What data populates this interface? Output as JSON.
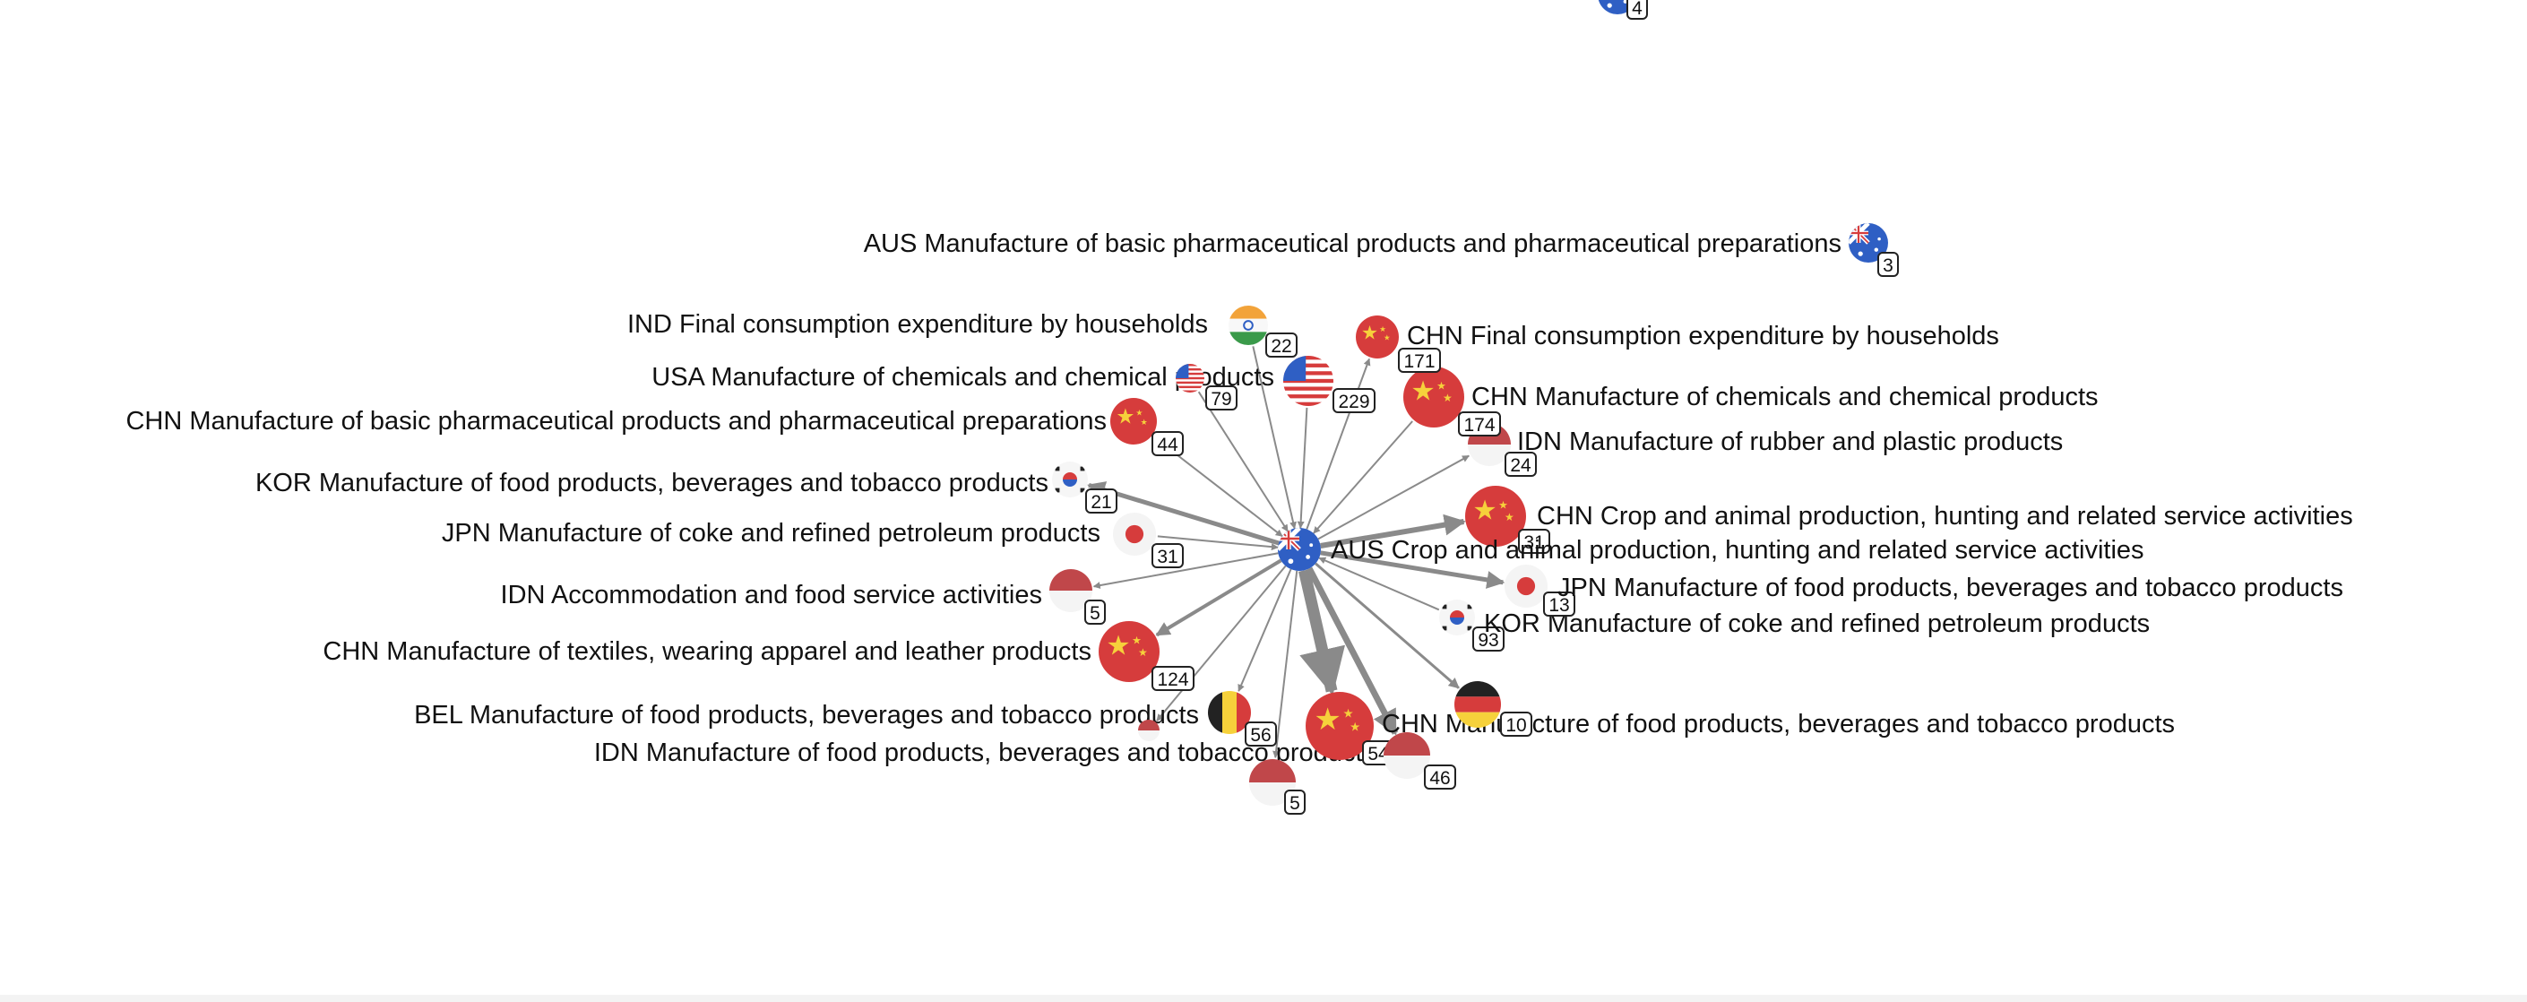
{
  "center": {
    "country": "AUS",
    "label": "AUS Crop and animal production, hunting and related service activities"
  },
  "nodes": [
    {
      "id": "top",
      "country": "AUS",
      "label": "",
      "badge": "4"
    },
    {
      "id": "aus_pharma",
      "country": "AUS",
      "label": "AUS Manufacture of basic pharmaceutical products and pharmaceutical preparations",
      "badge": "3"
    },
    {
      "id": "ind_cons",
      "country": "IND",
      "label": "IND Final consumption expenditure by households",
      "badge": "22"
    },
    {
      "id": "usa_chem",
      "country": "USA",
      "label": "USA Manufacture of chemicals and chemical products",
      "badge": "229"
    },
    {
      "id": "usa_small",
      "country": "USA",
      "label": "",
      "badge": "79"
    },
    {
      "id": "chn_pharma",
      "country": "CHN",
      "label": "CHN Manufacture of basic pharmaceutical products and pharmaceutical preparations",
      "badge": "44"
    },
    {
      "id": "kor_food",
      "country": "KOR",
      "label": "KOR Manufacture of food products, beverages and tobacco products",
      "badge": "21"
    },
    {
      "id": "jpn_coke",
      "country": "JPN",
      "label": "JPN Manufacture of coke and refined petroleum products",
      "badge": "31"
    },
    {
      "id": "idn_accom",
      "country": "IDN",
      "label": "IDN Accommodation and food service activities",
      "badge": "5"
    },
    {
      "id": "chn_textile",
      "country": "CHN",
      "label": "CHN Manufacture of textiles, wearing apparel and leather products",
      "badge": "124"
    },
    {
      "id": "bel_food",
      "country": "BEL",
      "label": "BEL Manufacture of food products, beverages and tobacco products",
      "badge": "56"
    },
    {
      "id": "idn_food",
      "country": "IDN",
      "label": "IDN Manufacture of food products, beverages and tobacco products",
      "badge": ""
    },
    {
      "id": "idn_bottom",
      "country": "IDN",
      "label": "",
      "badge": "5"
    },
    {
      "id": "chn_food",
      "country": "CHN",
      "label": "CHN Manufacture of food products, beverages and tobacco products",
      "badge": "54"
    },
    {
      "id": "idn_46",
      "country": "IDN",
      "label": "",
      "badge": "46"
    },
    {
      "id": "deu",
      "country": "DEU",
      "label": "",
      "badge": "10"
    },
    {
      "id": "kor_coke",
      "country": "KOR",
      "label": "KOR Manufacture of coke and refined petroleum products",
      "badge": "93"
    },
    {
      "id": "jpn_food",
      "country": "JPN",
      "label": "JPN Manufacture of food products, beverages and tobacco products",
      "badge": "13"
    },
    {
      "id": "chn_crop",
      "country": "CHN",
      "label": "CHN Crop and animal production, hunting and related service activities",
      "badge": "31"
    },
    {
      "id": "idn_rubber",
      "country": "IDN",
      "label": "IDN Manufacture of rubber and plastic products",
      "badge": "24"
    },
    {
      "id": "chn_chem",
      "country": "CHN",
      "label": "CHN Manufacture of chemicals and chemical products",
      "badge": "174"
    },
    {
      "id": "chn_cons",
      "country": "CHN",
      "label": "CHN Final consumption expenditure by households",
      "badge": "171"
    }
  ],
  "colors": {
    "edge": "#8a8a8a",
    "label": "#111111",
    "badge_border": "#222222"
  }
}
